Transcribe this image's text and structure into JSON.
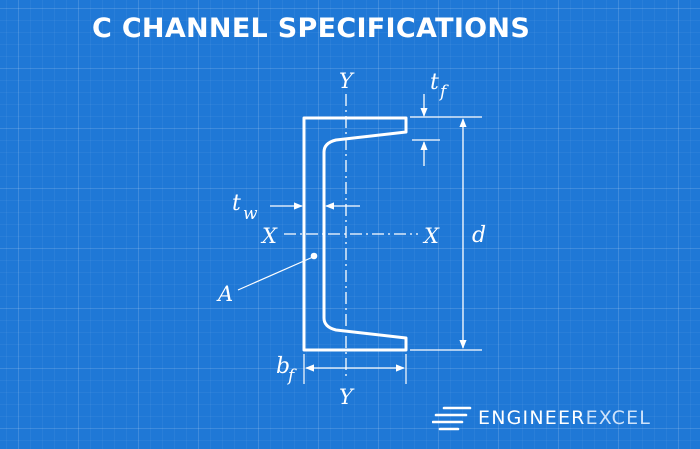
{
  "title": "C CHANNEL SPECIFICATIONS",
  "labels": {
    "y_top": "Y",
    "y_bottom": "Y",
    "x_left": "X",
    "x_right": "X",
    "tf_main": "t",
    "tf_sub": "f",
    "tw_main": "t",
    "tw_sub": "w",
    "bf_main": "b",
    "bf_sub": "f",
    "d": "d",
    "a": "A"
  },
  "brand": {
    "part1": "ENGINEER",
    "part2": "EXCEL",
    "icon": "speed-lines-icon"
  },
  "colors": {
    "background": "#1f78d6",
    "lines": "#ffffff"
  }
}
